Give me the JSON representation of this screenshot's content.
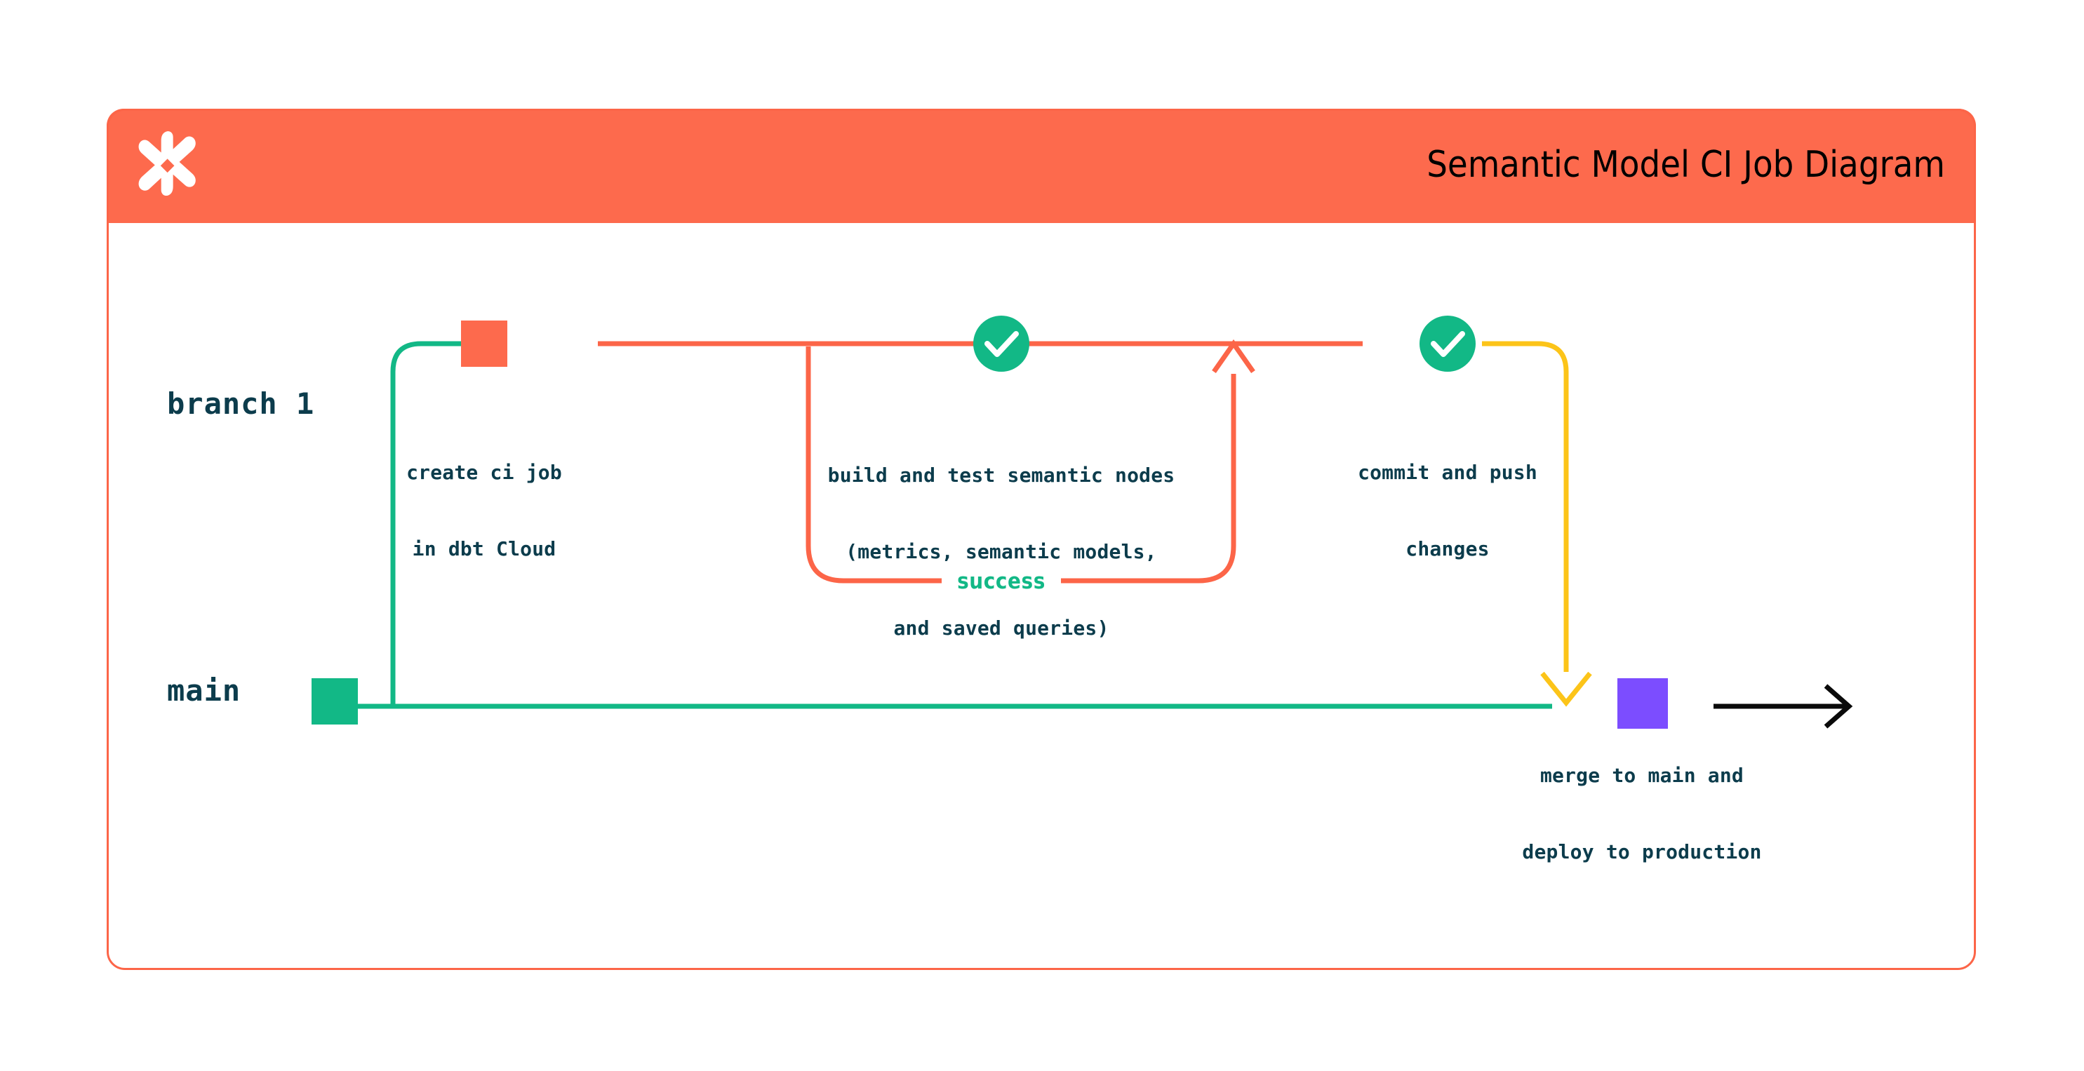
{
  "header": {
    "title": "Semantic Model CI Job Diagram",
    "logo_icon": "dbt-logo-icon",
    "background_color": "#fd6a4d"
  },
  "card": {
    "border_color": "#fc6548",
    "background_color": "#ffffff"
  },
  "diagram": {
    "type": "git-branch-flow",
    "lanes": [
      {
        "id": "branch-1",
        "label": "branch 1",
        "color": "#fc6548"
      },
      {
        "id": "main",
        "label": "main",
        "color": "#12b886"
      }
    ],
    "nodes": [
      {
        "id": "create-ci-job",
        "marker": "square",
        "marker_color": "#fd6a4d",
        "lane": "branch-1",
        "caption": [
          "create ci job",
          "in dbt Cloud"
        ]
      },
      {
        "id": "build-test-semantic-nodes",
        "marker": "check-circle",
        "marker_color": "#12b886",
        "lane": "branch-1",
        "caption": [
          "build and test semantic nodes",
          "(metrics, semantic models,",
          "and saved queries)"
        ]
      },
      {
        "id": "commit-and-push",
        "marker": "check-circle",
        "marker_color": "#12b886",
        "lane": "branch-1",
        "caption": [
          "commit and push",
          "changes"
        ]
      },
      {
        "id": "merge-to-main",
        "marker": "square",
        "marker_color": "#7c4dff",
        "lane": "main",
        "caption": [
          "merge to main and",
          "deploy to production"
        ]
      }
    ],
    "edges": [
      {
        "id": "success-loop",
        "label": "success",
        "label_color": "#12b886",
        "stroke_color": "#fc6548",
        "from": "build-test-semantic-nodes",
        "to": "build-test-semantic-nodes"
      },
      {
        "id": "branch-off",
        "label": "",
        "stroke_color": "#12b886",
        "from": "main",
        "to": "branch-1"
      },
      {
        "id": "merge-down",
        "label": "",
        "stroke_color": "#fcc419",
        "from": "commit-and-push",
        "to": "merge-to-main"
      },
      {
        "id": "main-continue",
        "label": "",
        "stroke_color": "#000000",
        "from": "merge-to-main",
        "to": ""
      }
    ],
    "colors": {
      "orange": "#fc6548",
      "teal": "#12b886",
      "yellow": "#fcc419",
      "purple": "#7c4dff",
      "navy": "#0c3c4c",
      "black": "#000000"
    }
  }
}
